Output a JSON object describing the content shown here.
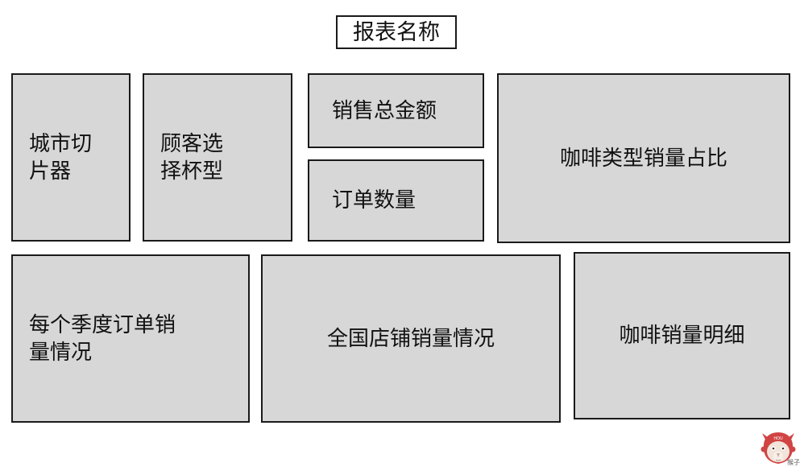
{
  "page": {
    "background_color": "#ffffff",
    "panel_fill_color": "#d7d7d7",
    "panel_border_color": "#1a1a1a",
    "accent_red": "#f0222c"
  },
  "header": {
    "title": "报表名称"
  },
  "panels": [
    {
      "id": "city-slicer",
      "label": "城市切\n片器",
      "align": "left"
    },
    {
      "id": "customer-cup-type",
      "label": "顾客选\n择杯型",
      "align": "left"
    },
    {
      "id": "total-sales-amount",
      "label": "销售总金额",
      "align": "leftish"
    },
    {
      "id": "order-quantity",
      "label": "订单数量",
      "align": "leftish"
    },
    {
      "id": "coffee-type-share",
      "label": "咖啡类型销量占比",
      "align": "center"
    },
    {
      "id": "quarterly-order-sales",
      "label": "每个季度订单销\n量情况",
      "align": "left"
    },
    {
      "id": "national-store-sales",
      "label": "全国店铺销量情况",
      "align": "center"
    },
    {
      "id": "coffee-sales-detail",
      "label": "咖啡销量明细",
      "align": "center",
      "color": "#f0222c"
    }
  ],
  "watermark": {
    "caption": "猴子",
    "badge_text": "HOU",
    "color": "#cf3b3b"
  }
}
